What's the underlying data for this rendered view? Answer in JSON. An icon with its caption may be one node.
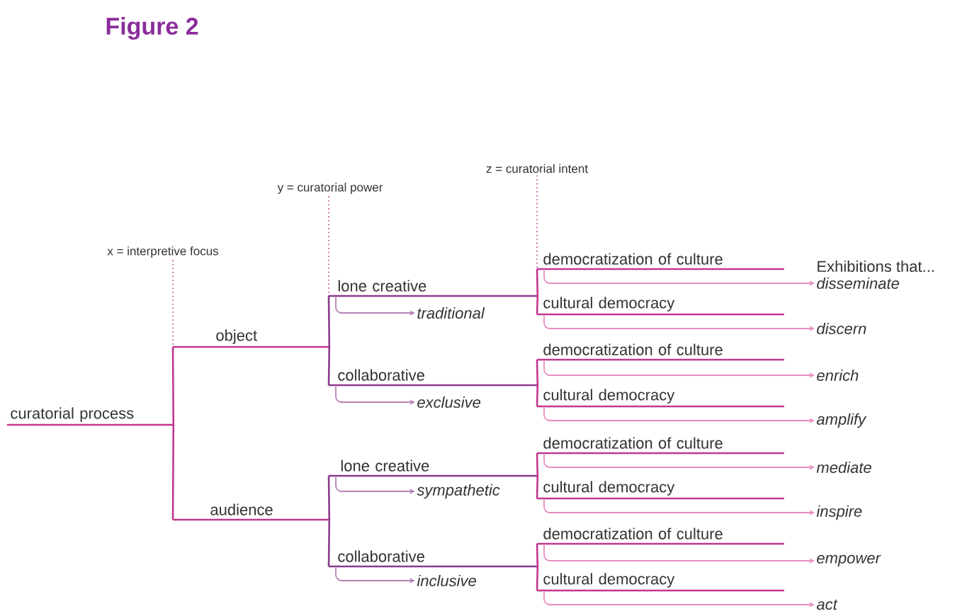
{
  "diagram": {
    "title": "Figure 2",
    "nodes": [
      {
        "text": [
          "curatorial process"
        ]
      },
      {
        "text": [
          "object"
        ]
      },
      {
        "text": [
          "audience"
        ]
      },
      {
        "text": [
          "lone creative"
        ]
      },
      {
        "text": [
          "collaborative"
        ]
      },
      {
        "text": [
          "lone creative"
        ]
      },
      {
        "text": [
          "collaborative"
        ]
      },
      {
        "text": [
          "traditional"
        ]
      },
      {
        "text": [
          "exclusive"
        ]
      },
      {
        "text": [
          "sympathetic"
        ]
      },
      {
        "text": [
          "inclusive"
        ]
      },
      {
        "text": [
          "democratization of culture"
        ]
      },
      {
        "text": [
          "cultural democracy"
        ]
      },
      {
        "text": [
          "democratization of culture"
        ]
      },
      {
        "text": [
          "cultural democracy"
        ]
      },
      {
        "text": [
          "democratization of culture"
        ]
      },
      {
        "text": [
          "cultural democracy"
        ]
      },
      {
        "text": [
          "democratization of culture"
        ]
      },
      {
        "text": [
          "cultural democracy"
        ]
      },
      {
        "text": [
          "disseminate"
        ]
      },
      {
        "text": [
          "discern"
        ]
      },
      {
        "text": [
          "enrich"
        ]
      },
      {
        "text": [
          "amplify"
        ]
      },
      {
        "text": [
          "mediate"
        ]
      },
      {
        "text": [
          "inspire"
        ]
      },
      {
        "text": [
          "empower"
        ]
      },
      {
        "text": [
          "act"
        ]
      },
      {
        "text": [
          "z = curatorial intent"
        ]
      },
      {
        "text": [
          "y = curatorial power"
        ]
      },
      {
        "text": [
          "x = interpretive focus"
        ]
      }
    ],
    "edges": [
      {
        "from": 0,
        "to": 1,
        "arrow": "none"
      },
      {
        "from": 0,
        "to": 2,
        "arrow": "none"
      },
      {
        "from": 1,
        "to": 3,
        "arrow": "none",
        "color": "#8c3a8e"
      },
      {
        "from": 1,
        "to": 4,
        "arrow": "none",
        "color": "#8c3a8e"
      },
      {
        "from": 2,
        "to": 5,
        "arrow": "none",
        "color": "#8c3a8e"
      },
      {
        "from": 2,
        "to": 6,
        "arrow": "none",
        "color": "#8c3a8e"
      },
      {
        "from": 3,
        "to": 11,
        "arrow": "none"
      },
      {
        "from": 3,
        "to": 12,
        "arrow": "none"
      },
      {
        "from": 4,
        "to": 13,
        "arrow": "none"
      },
      {
        "from": 4,
        "to": 14,
        "arrow": "none"
      },
      {
        "from": 5,
        "to": 15,
        "arrow": "none"
      },
      {
        "from": 5,
        "to": 16,
        "arrow": "none"
      },
      {
        "from": 6,
        "to": 17,
        "arrow": "none"
      },
      {
        "from": 6,
        "to": 18,
        "arrow": "none"
      },
      {
        "from": 3,
        "to": 7,
        "arrow": "to",
        "color": "#b580b5"
      },
      {
        "from": 4,
        "to": 8,
        "arrow": "to",
        "color": "#b580b5"
      },
      {
        "from": 5,
        "to": 9,
        "arrow": "to",
        "color": "#b580b5"
      },
      {
        "from": 6,
        "to": 10,
        "arrow": "to",
        "color": "#b580b5"
      },
      {
        "from": 11,
        "to": 19,
        "arrow": "to",
        "color": "#e88cc0"
      },
      {
        "from": 12,
        "to": 20,
        "arrow": "to",
        "color": "#e88cc0"
      },
      {
        "from": 13,
        "to": 21,
        "arrow": "to",
        "color": "#e88cc0"
      },
      {
        "from": 14,
        "to": 22,
        "arrow": "to",
        "color": "#e88cc0"
      },
      {
        "from": 15,
        "to": 23,
        "arrow": "to",
        "color": "#e88cc0"
      },
      {
        "from": 16,
        "to": 24,
        "arrow": "to",
        "color": "#e88cc0"
      },
      {
        "from": 17,
        "to": 25,
        "arrow": "to",
        "color": "#e88cc0"
      },
      {
        "from": 18,
        "to": 26,
        "arrow": "to",
        "color": "#e88cc0"
      },
      {
        "from": 27,
        "to": 11,
        "arrow": "none",
        "style": "dashed"
      },
      {
        "from": 28,
        "to": 3,
        "arrow": "none",
        "style": "dashed"
      },
      {
        "from": 29,
        "to": 1,
        "arrow": "none",
        "style": "dashed"
      }
    ],
    "labels": [
      "Exhibitions that..."
    ]
  }
}
